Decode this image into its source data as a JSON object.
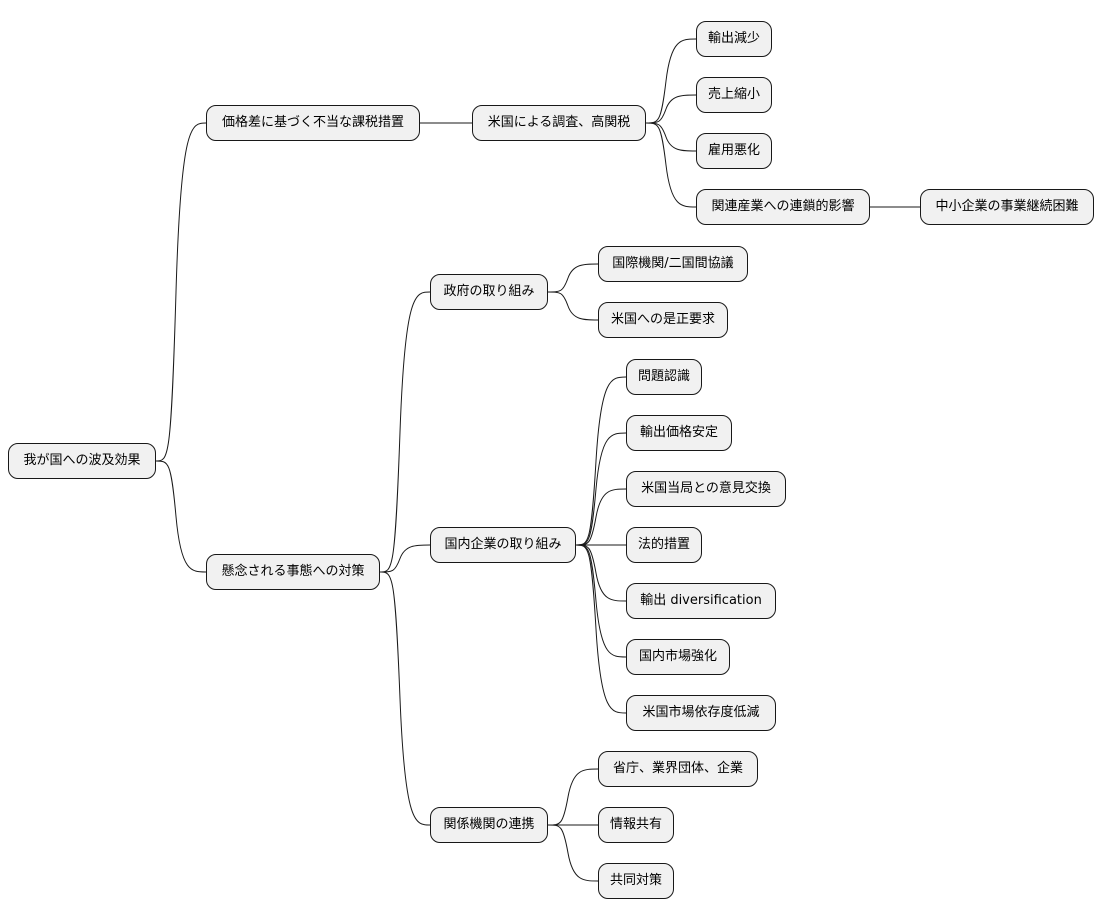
{
  "mindmap": {
    "root": {
      "label": "我が国への波及効果",
      "children": [
        {
          "label": "価格差に基づく不当な課税措置",
          "children": [
            {
              "label": "米国による調査、高関税",
              "children": [
                {
                  "label": "輸出減少"
                },
                {
                  "label": "売上縮小"
                },
                {
                  "label": "雇用悪化"
                },
                {
                  "label": "関連産業への連鎖的影響",
                  "children": [
                    {
                      "label": "中小企業の事業継続困難"
                    }
                  ]
                }
              ]
            }
          ]
        },
        {
          "label": "懸念される事態への対策",
          "children": [
            {
              "label": "政府の取り組み",
              "children": [
                {
                  "label": "国際機関/二国間協議"
                },
                {
                  "label": "米国への是正要求"
                }
              ]
            },
            {
              "label": "国内企業の取り組み",
              "children": [
                {
                  "label": "問題認識"
                },
                {
                  "label": "輸出価格安定"
                },
                {
                  "label": "米国当局との意見交換"
                },
                {
                  "label": "法的措置"
                },
                {
                  "label": "輸出 diversification"
                },
                {
                  "label": "国内市場強化"
                },
                {
                  "label": "米国市場依存度低減"
                }
              ]
            },
            {
              "label": "関係機関の連携",
              "children": [
                {
                  "label": "省庁、業界団体、企業"
                },
                {
                  "label": "情報共有"
                },
                {
                  "label": "共同対策"
                }
              ]
            }
          ]
        }
      ]
    }
  }
}
